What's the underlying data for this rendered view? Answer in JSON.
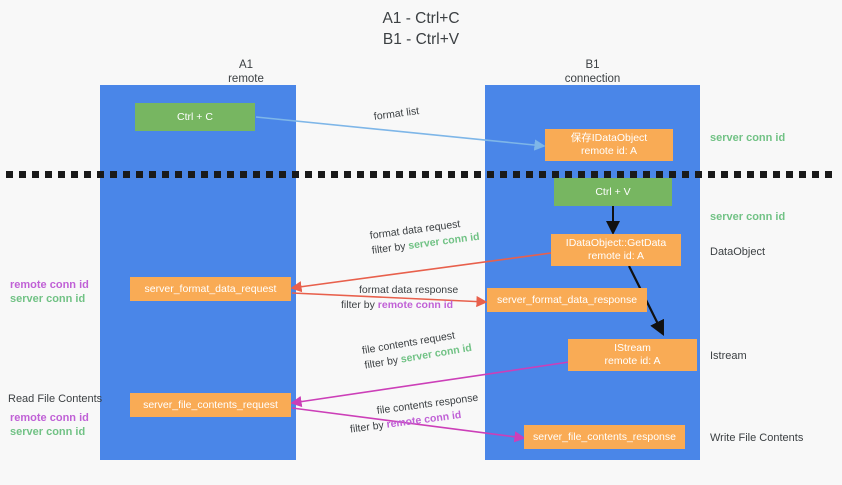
{
  "title": {
    "line1": "A1 - Ctrl+C",
    "line2": "B1 - Ctrl+V"
  },
  "columns": [
    {
      "name": "A1",
      "role": "remote"
    },
    {
      "name": "B1",
      "role": "connection"
    }
  ],
  "boxes": {
    "ctrl_c": {
      "line1": "Ctrl + C",
      "line2": ""
    },
    "ctrl_v": {
      "line1": "Ctrl + V",
      "line2": ""
    },
    "idataobject": {
      "line1": "保存IDataObject",
      "line2": "remote id: A"
    },
    "getdata": {
      "line1": "IDataObject::GetData",
      "line2": "remote id: A"
    },
    "istream": {
      "line1": "IStream",
      "line2": "remote id: A"
    },
    "fmt_req": {
      "line1": "server_format_data_request",
      "line2": ""
    },
    "fmt_resp": {
      "line1": "server_format_data_response",
      "line2": ""
    },
    "file_req": {
      "line1": "server_file_contents_request",
      "line2": ""
    },
    "file_resp": {
      "line1": "server_file_contents_response",
      "line2": ""
    }
  },
  "arrow_labels": {
    "format_list": {
      "line1": "format list",
      "line2": ""
    },
    "fmt_data_request": {
      "line1": "format data request",
      "prefix": "filter by ",
      "highlight": "server conn id"
    },
    "fmt_data_response": {
      "line1": "format data response",
      "prefix": "filter by ",
      "highlight": "remote conn id"
    },
    "file_request": {
      "line1": "file contents request",
      "prefix": "filter by ",
      "highlight": "server conn id"
    },
    "file_response": {
      "line1": "file contents response",
      "prefix": "filter by ",
      "highlight": "remote conn id"
    }
  },
  "side_labels": {
    "right_server_conn_top": "server conn id",
    "right_server_conn_mid": "server conn id",
    "right_dataobject": "DataObject",
    "right_istream": "Istream",
    "right_write_file": "Write File Contents",
    "left_remote_conn_1": "remote conn id",
    "left_server_conn_1": "server conn id",
    "left_read_file": "Read File Contents",
    "left_remote_conn_2": "remote conn id",
    "left_server_conn_2": "server conn id"
  },
  "colors": {
    "lane": "#4a86e8",
    "box_orange": "#f9ab55",
    "box_green": "#77b661",
    "green_text": "#71c285",
    "magenta_text": "#c061d6",
    "arrow_red": "#e8604c",
    "arrow_magenta": "#cc3fb8",
    "arrow_blue": "#7eb6e8",
    "arrow_black": "#111111",
    "background": "#f8f8f8"
  }
}
